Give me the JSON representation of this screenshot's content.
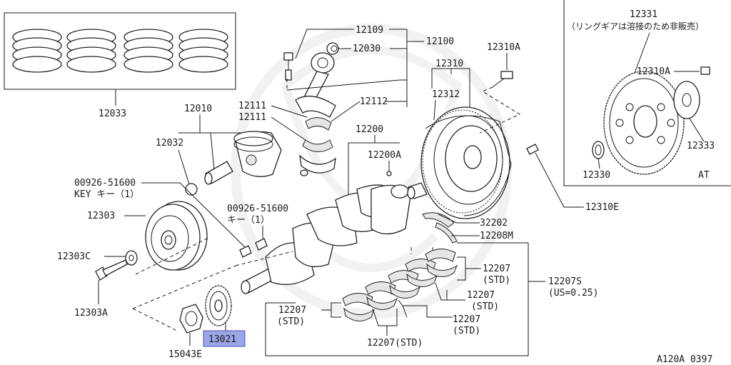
{
  "diagram": {
    "code": "A120A 0397",
    "watermark_color": "#e8e8e8",
    "highlight_color": "#9aa6e6",
    "labels": {
      "p12033": "12033",
      "p12010": "12010",
      "p12032": "12032",
      "p12109": "12109",
      "p12100": "12100",
      "p12030": "12030",
      "p12111a": "12111",
      "p12111b": "12111",
      "p12112": "12112",
      "p12200": "12200",
      "p12200A": "12200A",
      "p12310A": "12310A",
      "p12310": "12310",
      "p12312": "12312",
      "p12310E": "12310E",
      "p12331": "12331",
      "p12331_note": "（リングギアは溶接のため非販売）",
      "p12310A_at": "12310A",
      "p12333": "12333",
      "p12330": "12330",
      "at": "AT",
      "key1_code": "00926-51600",
      "key1_desc": "KEY キー（1）",
      "key2_code": "00926-51600",
      "key2_desc": "キー（1）",
      "p12303": "12303",
      "p12303C": "12303C",
      "p12303A": "12303A",
      "p15043E": "15043E",
      "p13021": "13021",
      "p32202": "32202",
      "p12208M": "12208M",
      "p12207a": "12207",
      "p12207a_std": "(STD)",
      "p12207b": "12207",
      "p12207b_std": "(STD)",
      "p12207c": "12207",
      "p12207c_std": "(STD)",
      "p12207d": "12207",
      "p12207d_std": "(STD)",
      "p12207e": "12207(STD)",
      "p12207S": "12207S",
      "p12207S_us": "(US=0.25)"
    }
  }
}
